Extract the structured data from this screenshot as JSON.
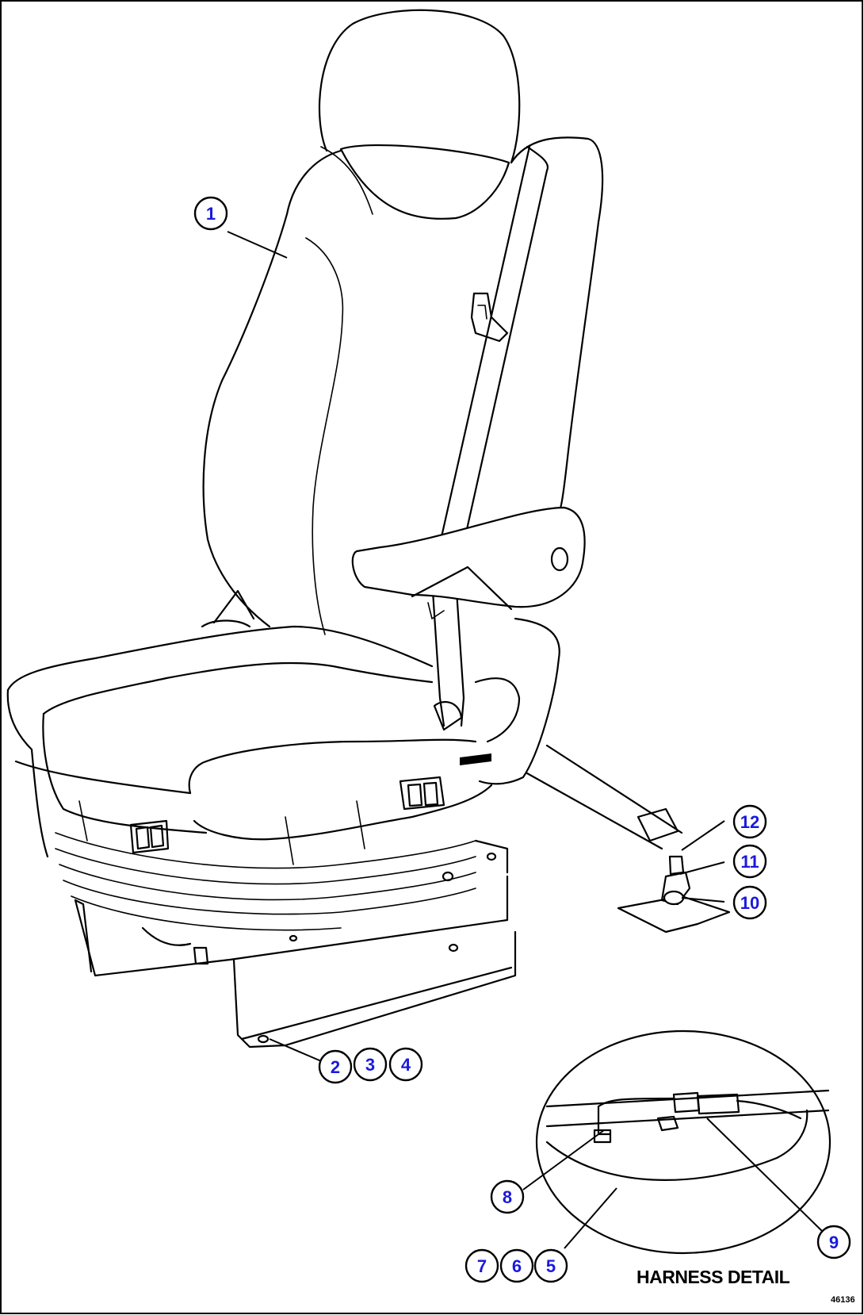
{
  "callouts": [
    {
      "id": "c1",
      "label": "1"
    },
    {
      "id": "c2",
      "label": "2"
    },
    {
      "id": "c3",
      "label": "3"
    },
    {
      "id": "c4",
      "label": "4"
    },
    {
      "id": "c5",
      "label": "5"
    },
    {
      "id": "c6",
      "label": "6"
    },
    {
      "id": "c7",
      "label": "7"
    },
    {
      "id": "c8",
      "label": "8"
    },
    {
      "id": "c9",
      "label": "9"
    },
    {
      "id": "c10",
      "label": "10"
    },
    {
      "id": "c11",
      "label": "11"
    },
    {
      "id": "c12",
      "label": "12"
    }
  ],
  "detail": {
    "caption": "HARNESS DETAIL"
  },
  "figure_ref": "46136",
  "colors": {
    "callout_text": "#1a1adb",
    "line": "#000000",
    "background": "#ffffff"
  }
}
